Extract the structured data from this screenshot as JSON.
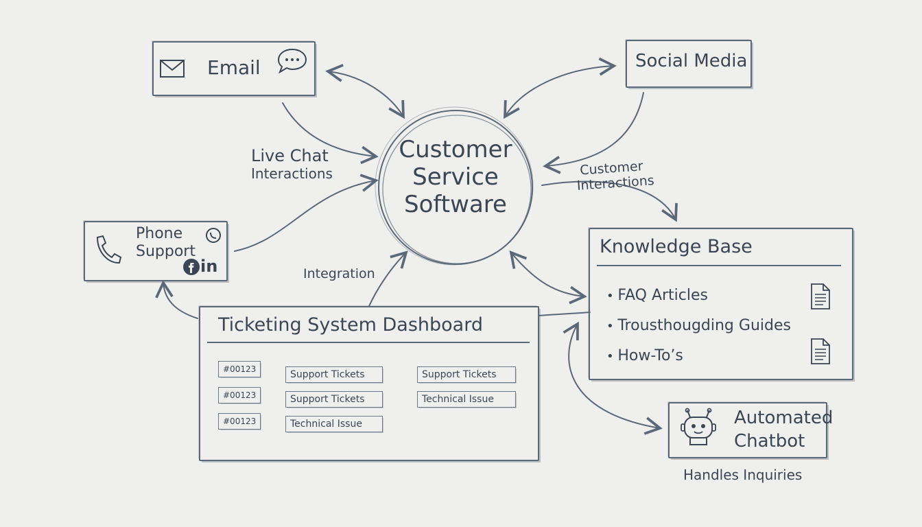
{
  "center": {
    "line1": "Customer",
    "line2": "Service",
    "line3": "Software"
  },
  "email": {
    "label": "Email"
  },
  "social": {
    "label": "Social Media"
  },
  "phone": {
    "line1": "Phone",
    "line2": "Support",
    "li": "in"
  },
  "edges": {
    "live_chat_1": "Live Chat",
    "live_chat_2": "Interactions",
    "customer_1": "Customer",
    "customer_2": "Interactions",
    "integration": "Integration"
  },
  "knowledge_base": {
    "title": "Knowledge Base",
    "items": [
      "FAQ Articles",
      "Trousthougding Guides",
      "How-To’s"
    ]
  },
  "ticketing": {
    "title": "Ticketing System Dashboard",
    "ids": [
      "#00123",
      "#00123",
      "#00123"
    ],
    "col1": [
      "Support Tickets",
      "Support Tickets",
      "Technical Issue"
    ],
    "col2": [
      "Support Tickets",
      "Technical Issue"
    ]
  },
  "chatbot": {
    "line1": "Automated",
    "line2": "Chatbot",
    "caption": "Handles Inquiries"
  },
  "colors": {
    "ink": "#3a4654",
    "stroke": "#5a6878",
    "paper": "#efefed"
  }
}
